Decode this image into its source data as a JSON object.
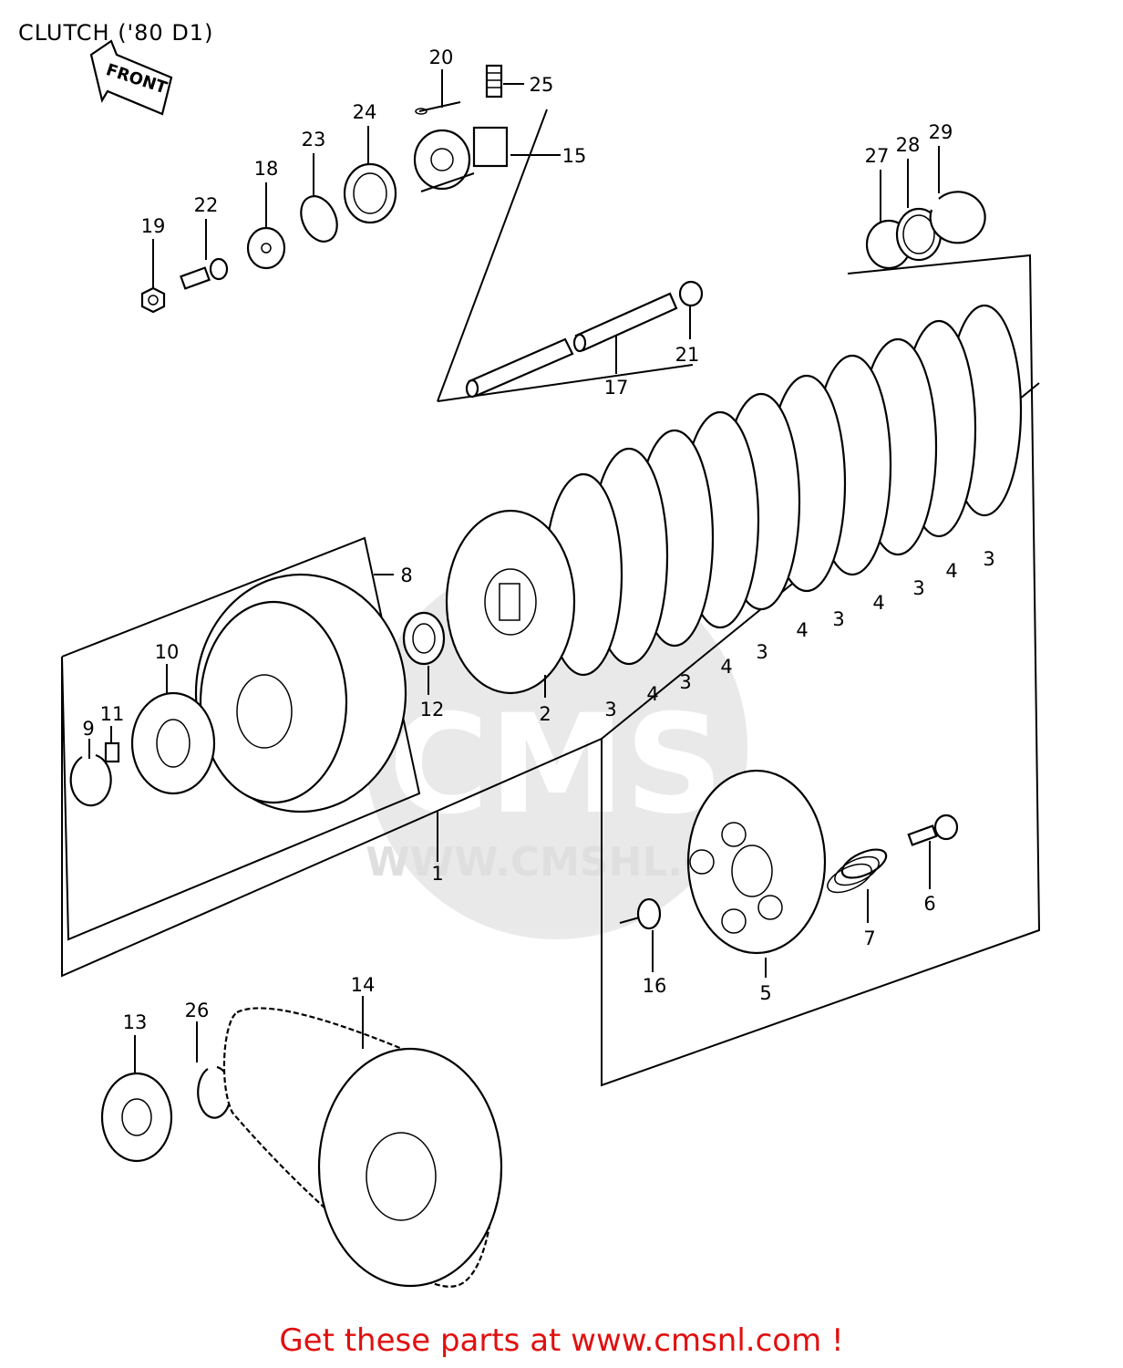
{
  "diagram": {
    "title": "CLUTCH ('80 D1)",
    "front_arrow_label": "FRONT",
    "watermark_logo": "CMS",
    "watermark_url": "WWW.CMSHL.CO",
    "callouts": [
      {
        "id": "c20",
        "label": "20"
      },
      {
        "id": "c25",
        "label": "25"
      },
      {
        "id": "c24",
        "label": "24"
      },
      {
        "id": "c23",
        "label": "23"
      },
      {
        "id": "c15",
        "label": "15"
      },
      {
        "id": "c18",
        "label": "18"
      },
      {
        "id": "c22",
        "label": "22"
      },
      {
        "id": "c19",
        "label": "19"
      },
      {
        "id": "c27",
        "label": "27"
      },
      {
        "id": "c28",
        "label": "28"
      },
      {
        "id": "c29",
        "label": "29"
      },
      {
        "id": "c21",
        "label": "21"
      },
      {
        "id": "c17",
        "label": "17"
      },
      {
        "id": "c8",
        "label": "8"
      },
      {
        "id": "c10",
        "label": "10"
      },
      {
        "id": "c9",
        "label": "9"
      },
      {
        "id": "c11",
        "label": "11"
      },
      {
        "id": "c12",
        "label": "12"
      },
      {
        "id": "c2",
        "label": "2"
      },
      {
        "id": "c1",
        "label": "1"
      },
      {
        "id": "c3a",
        "label": "3"
      },
      {
        "id": "c4a",
        "label": "4"
      },
      {
        "id": "c3b",
        "label": "3"
      },
      {
        "id": "c4b",
        "label": "4"
      },
      {
        "id": "c3c",
        "label": "3"
      },
      {
        "id": "c4c",
        "label": "4"
      },
      {
        "id": "c3d",
        "label": "3"
      },
      {
        "id": "c4d",
        "label": "4"
      },
      {
        "id": "c3e",
        "label": "3"
      },
      {
        "id": "c4e",
        "label": "4"
      },
      {
        "id": "c3f",
        "label": "3"
      },
      {
        "id": "c6",
        "label": "6"
      },
      {
        "id": "c7",
        "label": "7"
      },
      {
        "id": "c16",
        "label": "16"
      },
      {
        "id": "c5",
        "label": "5"
      },
      {
        "id": "c13",
        "label": "13"
      },
      {
        "id": "c26",
        "label": "26"
      },
      {
        "id": "c14",
        "label": "14"
      }
    ]
  },
  "footer": {
    "text": "Get these parts at www.cmsnl.com !",
    "color": "#e01010"
  }
}
